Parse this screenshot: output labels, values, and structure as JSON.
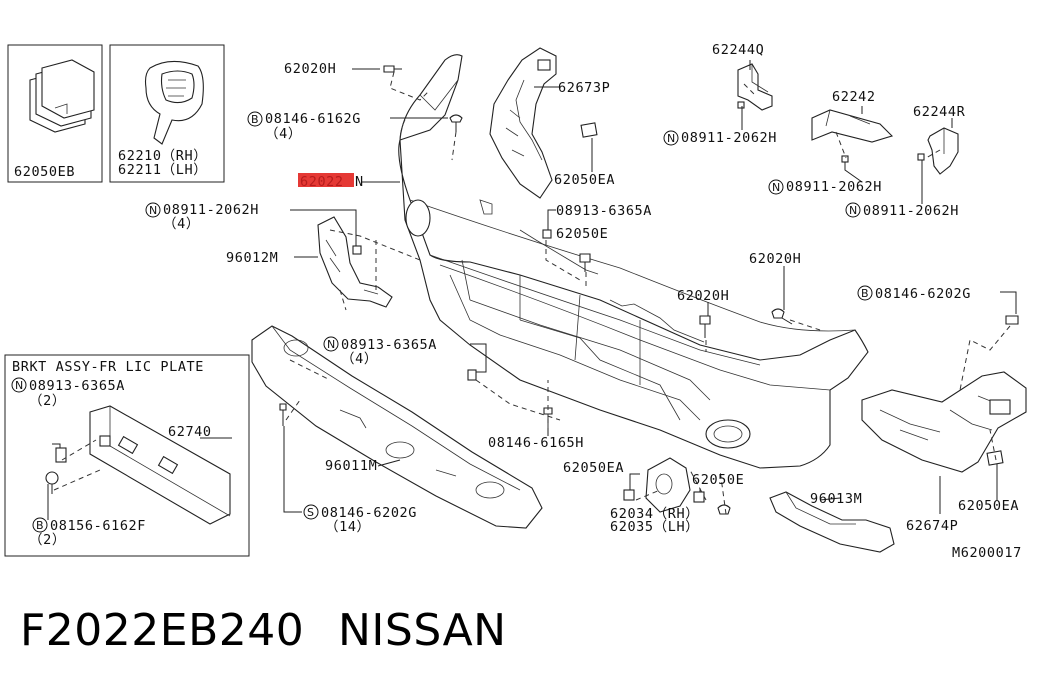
{
  "diagram": {
    "labels": {
      "p62050EB": "62050EB",
      "p62210": "62210（RH）",
      "p62211": "62211（LH）",
      "p62020H_top": "62020H",
      "b08146_6162G": "08146-6162G",
      "qty4_a": "（4）",
      "p62022N_prefix": "62022",
      "p62022N_suffix": "N",
      "n08911_2062H_left": "08911-2062H",
      "qty4_b": "（4）",
      "p96012M": "96012M",
      "p62673P": "62673P",
      "p62050EA_top": "62050EA",
      "n08913_6365A_mid": "08913-6365A",
      "p62050E_mid": "62050E",
      "p62244Q": "62244Q",
      "n08911_2062H_r1": "08911-2062H",
      "p62242": "62242",
      "n08911_2062H_r2": "08911-2062H",
      "p62244R": "62244R",
      "n08911_2062H_r3": "08911-2062H",
      "p62020H_r": "62020H",
      "p62020H_c": "62020H",
      "b08146_6202G_r": "08146-6202G",
      "n08913_6365A_c": "08913-6365A",
      "qty4_c": "（4）",
      "brkt_title": "BRKT ASSY-FR LIC PLATE",
      "n08913_6365A_box": "08913-6365A",
      "qty2_a": "（2）",
      "p62740": "62740",
      "b08156_6162F": "08156-6162F",
      "qty2_b": "（2）",
      "p96011M": "96011M",
      "s08146_6202G": "08146-6202G",
      "qty14": "（14）",
      "p08146_6165H": "08146-6165H",
      "p62050EA_c": "62050EA",
      "p62034": "62034（RH）",
      "p62035": "62035（LH）",
      "p62050E_r": "62050E",
      "p96013M": "96013M",
      "p62674P": "62674P",
      "p62050EA_r": "62050EA",
      "figure_code": "M6200017"
    },
    "circle_letters": {
      "B": "B",
      "N": "N",
      "S": "S"
    },
    "highlight_color": "#e53935"
  },
  "caption": {
    "part_number": "F2022EB240",
    "brand": "NISSAN"
  }
}
